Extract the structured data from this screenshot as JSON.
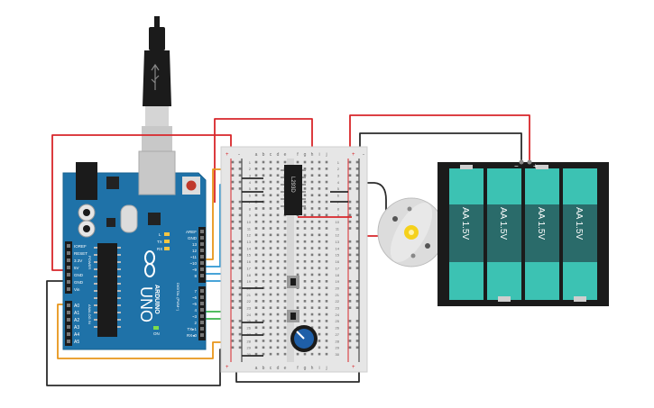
{
  "arduino": {
    "brand": "ARDUINO",
    "model": "UNO",
    "power_header_labels": [
      "IOREF",
      "RESET",
      "3.3V",
      "5V",
      "GND",
      "GND",
      "Vin"
    ],
    "power_title": "POWER",
    "analog_labels": [
      "A0",
      "A1",
      "A2",
      "A3",
      "A4",
      "A5"
    ],
    "analog_title": "ANALOG IN",
    "digital_top_labels": [
      "AREF",
      "GND",
      "13",
      "12",
      "~11",
      "~10",
      "~9",
      "8"
    ],
    "digital_bottom_labels": [
      "7",
      "~6",
      "~5",
      "4",
      "~3",
      "2",
      "TX▸1",
      "RX◂0"
    ],
    "digital_title": "DIGITAL (PWM~)",
    "led_labels": [
      "L",
      "TX",
      "RX"
    ],
    "on_label": "ON"
  },
  "breadboard": {
    "column_letters_left": [
      "a",
      "b",
      "c",
      "d",
      "e"
    ],
    "column_letters_right": [
      "f",
      "g",
      "h",
      "i",
      "j"
    ],
    "row_numbers": [
      "1",
      "2",
      "3",
      "4",
      "5",
      "6",
      "7",
      "8",
      "9",
      "10",
      "11",
      "12",
      "13",
      "14",
      "15",
      "16",
      "17",
      "18",
      "19",
      "20",
      "21",
      "22",
      "23",
      "24",
      "25",
      "26",
      "27",
      "28",
      "29",
      "30"
    ],
    "rail_plus": "+",
    "rail_minus": "-"
  },
  "chip": {
    "label": "L293D"
  },
  "battery": {
    "cells": [
      "AA 1.5V",
      "AA 1.5V",
      "AA 1.5V",
      "AA 1.5V"
    ],
    "minus": "−",
    "plus": "+"
  },
  "colors": {
    "wire_red": "#d8262a",
    "wire_black": "#2b2b2b",
    "wire_orange": "#e8951a",
    "wire_blue": "#2f97d3",
    "wire_green": "#3ab54a",
    "arduino_blue": "#1f72a8",
    "battery_teal": "#3cc2b3",
    "battery_case": "#1b1b1b"
  }
}
